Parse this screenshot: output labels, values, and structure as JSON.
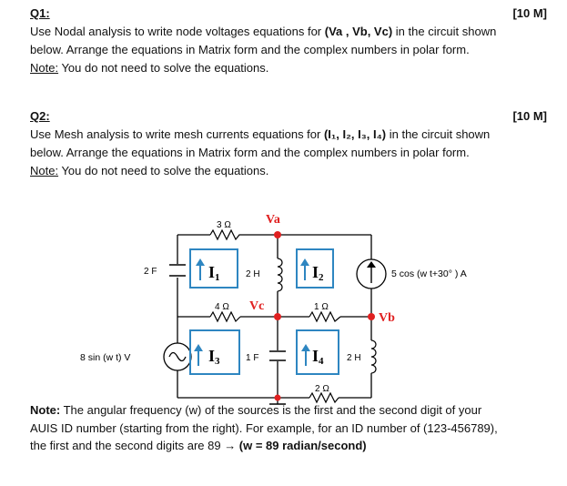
{
  "q1": {
    "label": "Q1:",
    "marks": "[10 M]",
    "line1_pre": "Use Nodal analysis to write node voltages equations for ",
    "line1_bold": "(Va , Vb, Vc)",
    "line1_post": " in the circuit shown",
    "line2": "below. Arrange the equations in Matrix form and the complex numbers in polar form.",
    "note_label": "Note:",
    "note_text": " You do not need to solve the equations."
  },
  "q2": {
    "label": "Q2:",
    "marks": "[10 M]",
    "line1_pre": "Use Mesh analysis to write mesh currents equations for ",
    "line1_bold": "(I₁, I₂, I₃, I₄)",
    "line1_post": " in the circuit shown",
    "line2": "below. Arrange the equations in Matrix form and the complex numbers in polar form.",
    "note_label": "Note:",
    "note_text": " You do not need to solve the equations."
  },
  "circuit": {
    "r_top": "3 Ω",
    "node_a": "Va",
    "cap_left": "2 F",
    "mesh1": "I",
    "mesh1_sub": "1",
    "ind_mid": "2 H",
    "mesh2": "I",
    "mesh2_sub": "2",
    "src_right": "5 cos (w t+30° ) A",
    "r_mid_left": "4 Ω",
    "node_c": "Vc",
    "r_mid_right": "1 Ω",
    "node_b": "Vb",
    "src_left": "8 sin (w t) V",
    "mesh3": "I",
    "mesh3_sub": "3",
    "cap_mid": "1 F",
    "mesh4": "I",
    "mesh4_sub": "4",
    "ind_right": "2 H",
    "r_bottom": "2 Ω",
    "accent_red": "#e02020",
    "mesh_box_color": "#2e86c1"
  },
  "footer": {
    "label": "Note:",
    "line1": " The angular frequency (w) of the sources is the first and the second digit of your",
    "line2": "AUIS ID number (starting from the right). For example, for an ID number of (123-456789),",
    "line3_pre": "the first and the second digits are 89 ",
    "arrow": "→",
    "line3_bold": " (w = 89 radian/second)"
  }
}
